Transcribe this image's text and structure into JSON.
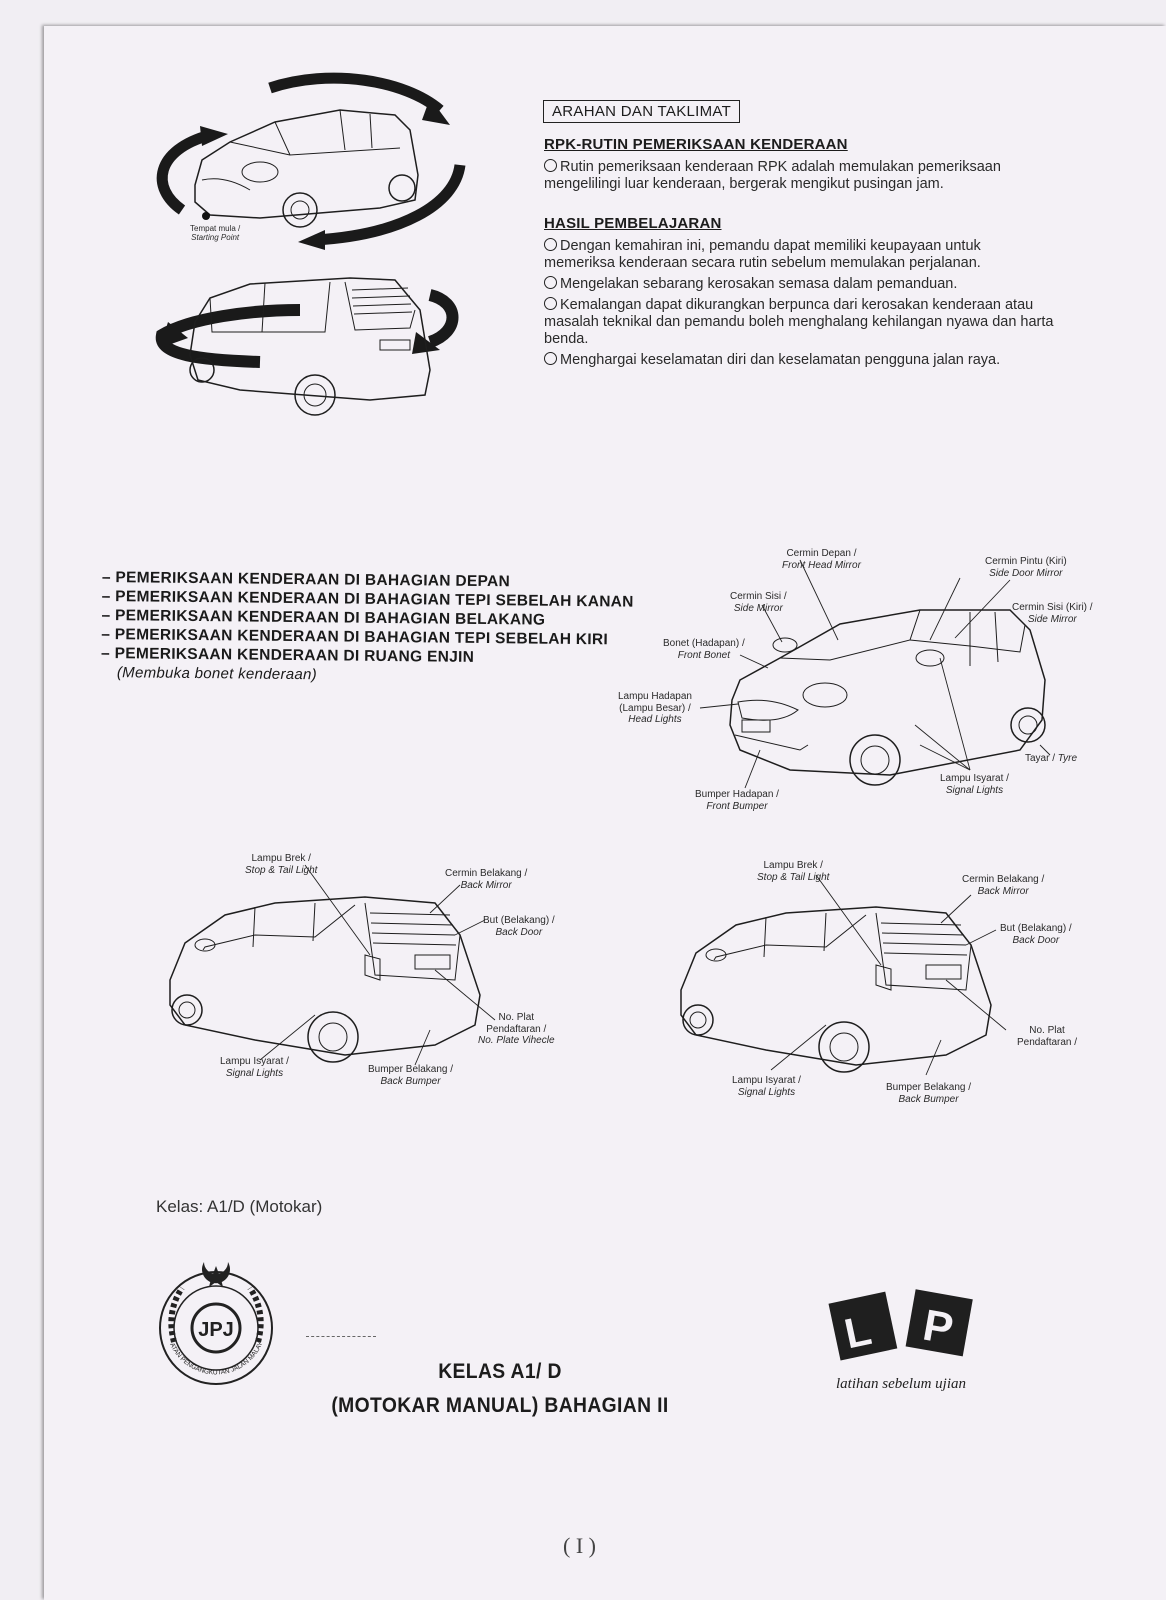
{
  "header": {
    "boxed_title": "ARAHAN DAN TAKLIMAT",
    "section1_title": "RPK-RUTIN PEMERIKSAAN KENDERAAN",
    "section1_items": [
      "Rutin pemeriksaan kenderaan RPK adalah memulakan pemeriksaan mengelilingi luar kenderaan, bergerak mengikut pusingan jam."
    ],
    "section2_title": "HASIL PEMBELAJARAN",
    "section2_items": [
      "Dengan kemahiran ini, pemandu dapat memiliki keupayaan untuk memeriksa kenderaan secara rutin sebelum memulakan perjalanan.",
      "Mengelakan sebarang kerosakan semasa dalam pemanduan.",
      "Kemalangan dapat dikurangkan berpunca dari kerosakan kenderaan atau masalah teknikal dan pemandu boleh menghalang kehilangan nyawa dan harta benda.",
      "Menghargai keselamatan diri dan keselamatan pengguna jalan raya."
    ]
  },
  "start_point": {
    "ms": "Tempat mula /",
    "en": "Starting Point"
  },
  "checklist": {
    "items": [
      "PEMERIKSAAN KENDERAAN DI BAHAGIAN DEPAN",
      "PEMERIKSAAN KENDERAAN DI BAHAGIAN TEPI SEBELAH KANAN",
      "PEMERIKSAAN KENDERAAN DI BAHAGIAN BELAKANG",
      "PEMERIKSAAN KENDERAAN DI BAHAGIAN TEPI SEBELAH KIRI",
      "PEMERIKSAAN KENDERAAN DI RUANG ENJIN"
    ],
    "note": "(Membuka bonet kenderaan)"
  },
  "front_diagram": {
    "cermin_depan": {
      "ms": "Cermin Depan /",
      "en": "Front Head Mirror"
    },
    "cermin_pintu": {
      "ms": "Cermin Pintu (Kiri)",
      "en": "Side Door Mirror"
    },
    "cermin_sisi": {
      "ms": "Cermin Sisi /",
      "en": "Side Mirror"
    },
    "cermin_sisi_kiri": {
      "ms": "Cermin Sisi (Kiri) /",
      "en": "Side Mirror"
    },
    "bonet": {
      "ms": "Bonet (Hadapan) /",
      "en": "Front Bonet"
    },
    "lampu_hadapan": {
      "ms1": "Lampu Hadapan",
      "ms2": "(Lampu Besar) /",
      "en": "Head Lights"
    },
    "tayar": {
      "ms": "Tayar /",
      "en": "Tyre"
    },
    "lampu_isyarat": {
      "ms": "Lampu Isyarat /",
      "en": "Signal Lights"
    },
    "bumper": {
      "ms": "Bumper Hadapan /",
      "en": "Front Bumper"
    }
  },
  "rear_left": {
    "lampu_brek": {
      "ms": "Lampu Brek /",
      "en": "Stop & Tail Light"
    },
    "cermin_belakang": {
      "ms": "Cermin Belakang /",
      "en": "Back Mirror"
    },
    "but": {
      "ms": "But (Belakang) /",
      "en": "Back Door"
    },
    "plat": {
      "ms1": "No. Plat",
      "ms2": "Pendaftaran /",
      "en": "No. Plate Vihecle"
    },
    "lampu_isyarat": {
      "ms": "Lampu Isyarat /",
      "en": "Signal Lights"
    },
    "bumper": {
      "ms": "Bumper Belakang /",
      "en": "Back Bumper"
    }
  },
  "rear_right": {
    "lampu_brek": {
      "ms": "Lampu Brek /",
      "en": "Stop & Tail Light"
    },
    "cermin_belakang": {
      "ms": "Cermin Belakang /",
      "en": "Back Mirror"
    },
    "but": {
      "ms": "But (Belakang) /",
      "en": "Back Door"
    },
    "plat": {
      "ms1": "No. Plat",
      "ms2": "Pendaftaran /"
    },
    "lampu_isyarat": {
      "ms": "Lampu Isyarat /",
      "en": "Signal Lights"
    },
    "bumper": {
      "ms": "Bumper Belakang /",
      "en": "Back Bumper"
    }
  },
  "footer": {
    "kelas": "Kelas: A1/D (Motokar)",
    "logo_text": "JABATAN PENGANGKUTAN JALAN MALAYSIA",
    "logo_letters": "JPJ",
    "title_line1": "KELAS A1/ D",
    "title_line2": "(MOTOKAR MANUAL) BAHAGIAN II",
    "lp_letters": [
      "L",
      "P"
    ],
    "tagline": "latihan sebelum ujian",
    "page_number": "( I )"
  }
}
